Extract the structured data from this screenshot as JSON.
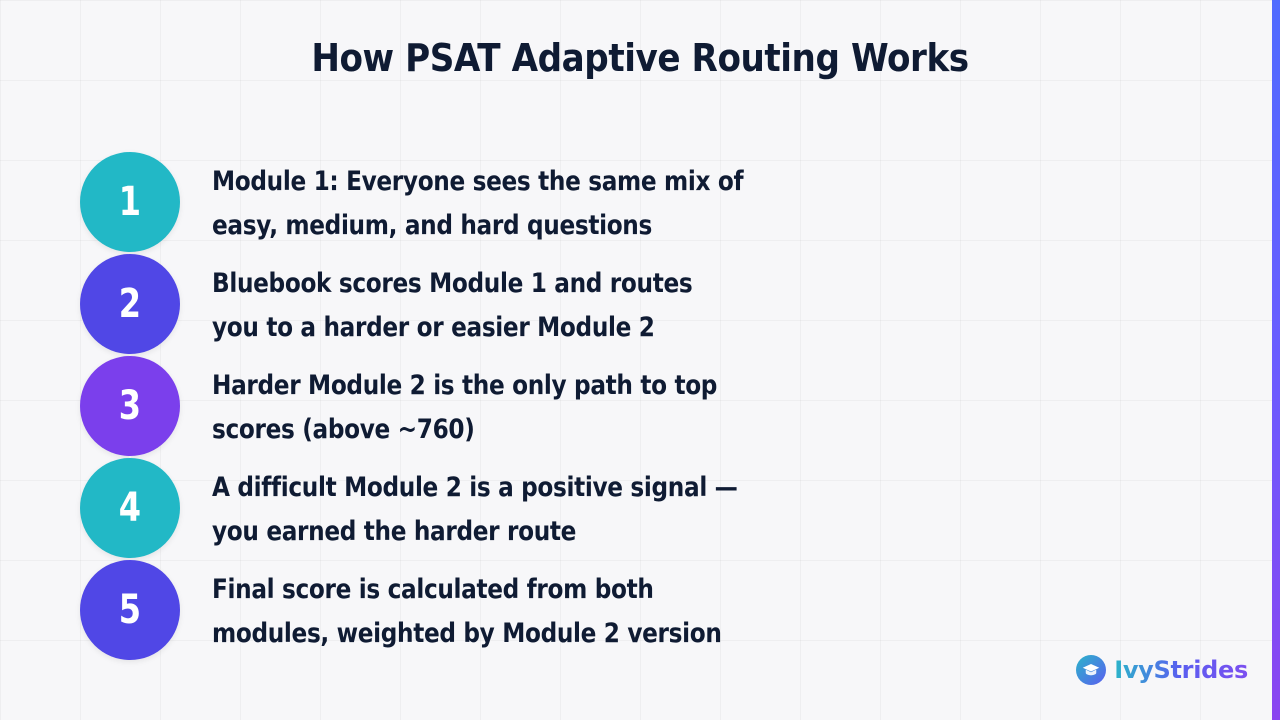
{
  "title": "How PSAT Adaptive Routing Works",
  "steps": [
    {
      "number": "1",
      "text": "Module 1: Everyone sees the same mix of easy, medium, and hard questions",
      "color": "#22b8c6"
    },
    {
      "number": "2",
      "text": "Bluebook scores Module 1 and routes you to a harder or easier Module 2",
      "color": "#5047e6"
    },
    {
      "number": "3",
      "text": "Harder Module 2 is the only path to top scores (above ~760)",
      "color": "#7b3fec"
    },
    {
      "number": "4",
      "text": "A difficult Module 2 is a positive signal — you earned the harder route",
      "color": "#22b8c6"
    },
    {
      "number": "5",
      "text": "Final score is calculated from both modules, weighted by Module 2 version",
      "color": "#5047e6"
    }
  ],
  "brand": {
    "name": "IvyStrides",
    "icon": "graduation-cap-icon"
  },
  "colors": {
    "accent_teal": "#22b8c6",
    "accent_indigo": "#5047e6",
    "accent_purple": "#7b3fec",
    "text_dark": "#0f1b33"
  }
}
